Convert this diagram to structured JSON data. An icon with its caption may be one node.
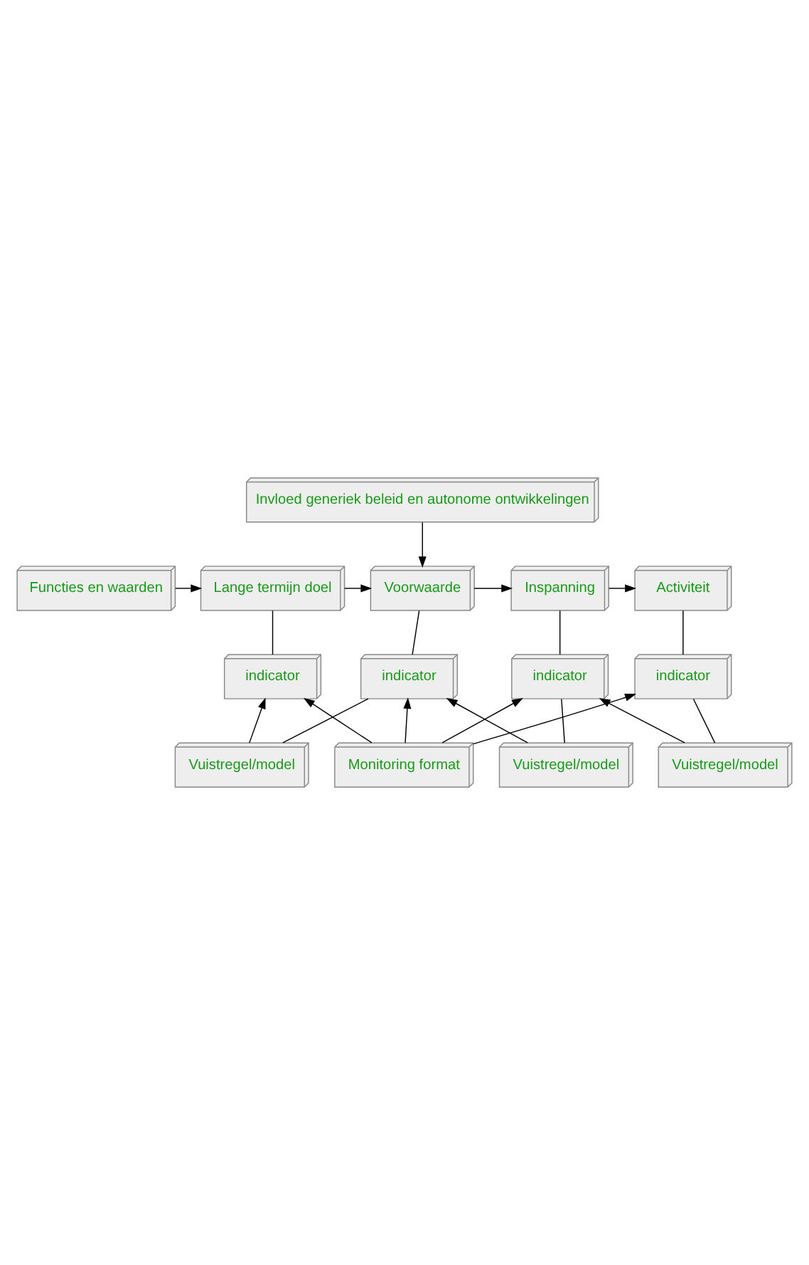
{
  "diagram": {
    "nodes": [
      {
        "text": [
          "Invloed generiek beleid en autonome ontwikkelingen"
        ]
      },
      {
        "text": [
          "Functies en waarden"
        ]
      },
      {
        "text": [
          "Lange termijn doel"
        ]
      },
      {
        "text": [
          "Voorwaarde"
        ]
      },
      {
        "text": [
          "Inspanning"
        ]
      },
      {
        "text": [
          "Activiteit"
        ]
      },
      {
        "text": [
          "indicator"
        ]
      },
      {
        "text": [
          "indicator"
        ]
      },
      {
        "text": [
          "indicator"
        ]
      },
      {
        "text": [
          "indicator"
        ]
      },
      {
        "text": [
          "Vuistregel/model"
        ]
      },
      {
        "text": [
          "Vuistregel/model"
        ]
      },
      {
        "text": [
          "Vuistregel/model"
        ]
      },
      {
        "text": [
          "Monitoring format"
        ]
      }
    ],
    "edges": [
      {
        "from": 0,
        "to": 3,
        "arrow": "to"
      },
      {
        "from": 1,
        "to": 2,
        "arrow": "to"
      },
      {
        "from": 2,
        "to": 3,
        "arrow": "to"
      },
      {
        "from": 3,
        "to": 4,
        "arrow": "to"
      },
      {
        "from": 4,
        "to": 5,
        "arrow": "to"
      },
      {
        "from": 2,
        "to": 6,
        "arrow": "none"
      },
      {
        "from": 3,
        "to": 7,
        "arrow": "none"
      },
      {
        "from": 4,
        "to": 8,
        "arrow": "none"
      },
      {
        "from": 5,
        "to": 9,
        "arrow": "none"
      },
      {
        "from": 9,
        "to": 12,
        "arrow": "none"
      },
      {
        "from": 12,
        "to": 8,
        "arrow": "to"
      },
      {
        "from": 8,
        "to": 11,
        "arrow": "none"
      },
      {
        "from": 11,
        "to": 7,
        "arrow": "to"
      },
      {
        "from": 7,
        "to": 10,
        "arrow": "none"
      },
      {
        "from": 10,
        "to": 6,
        "arrow": "to"
      },
      {
        "from": 13,
        "to": 6,
        "arrow": "to"
      },
      {
        "from": 13,
        "to": 7,
        "arrow": "to"
      },
      {
        "from": 13,
        "to": 8,
        "arrow": "to"
      },
      {
        "from": 13,
        "to": 9,
        "arrow": "to"
      }
    ]
  }
}
